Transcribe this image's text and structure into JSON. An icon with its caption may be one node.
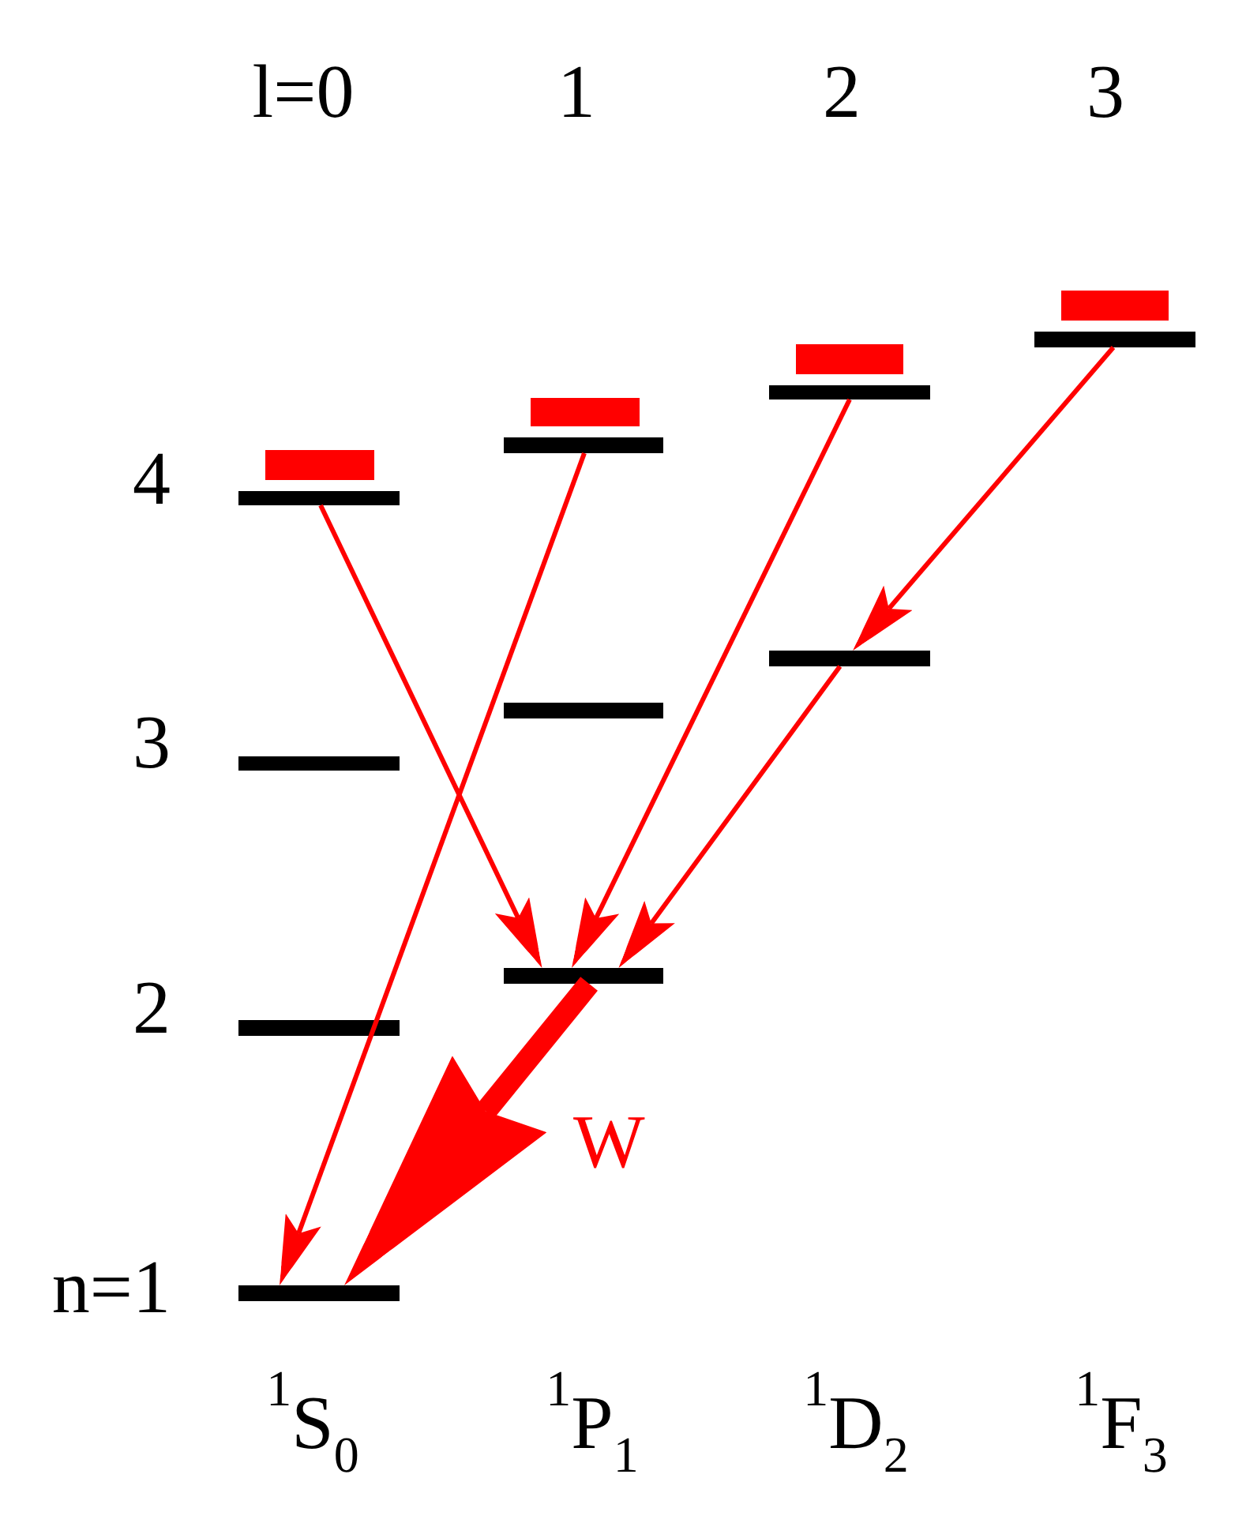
{
  "diagram": {
    "nodes": [
      {
        "text": [],
        "shape": "bar"
      },
      {
        "text": [],
        "shape": "bar"
      },
      {
        "text": [],
        "shape": "bar"
      },
      {
        "text": [],
        "shape": "bar"
      },
      {
        "text": [],
        "shape": "bar"
      },
      {
        "text": [],
        "shape": "bar"
      },
      {
        "text": [],
        "shape": "bar"
      },
      {
        "text": [],
        "shape": "bar"
      },
      {
        "text": [],
        "shape": "bar"
      },
      {
        "text": [],
        "shape": "bar"
      },
      {
        "text": [],
        "shape": "bar"
      },
      {
        "text": [],
        "shape": "bar"
      },
      {
        "text": [],
        "shape": "bar"
      },
      {
        "text": [],
        "shape": "bar"
      }
    ],
    "edges": [
      {
        "from": 1,
        "to": 8,
        "arrow": "to"
      },
      {
        "from": 6,
        "to": 4,
        "arrow": "to"
      },
      {
        "from": 10,
        "to": 8,
        "arrow": "to"
      },
      {
        "from": 13,
        "to": 11,
        "arrow": "to"
      },
      {
        "from": 11,
        "to": 8,
        "arrow": "to"
      },
      {
        "from": 8,
        "to": 4,
        "arrow": "to",
        "label": "W",
        "style": "thick"
      }
    ],
    "labels": [
      "l=0",
      "1",
      "2",
      "3",
      "4",
      "3",
      "2",
      "n=1",
      "$^{1}$S$_{0}$",
      "$^{1}$P$_{1}$",
      "$^{1}$D$_{2}$",
      "$^{1}$F$_{3}$"
    ]
  }
}
